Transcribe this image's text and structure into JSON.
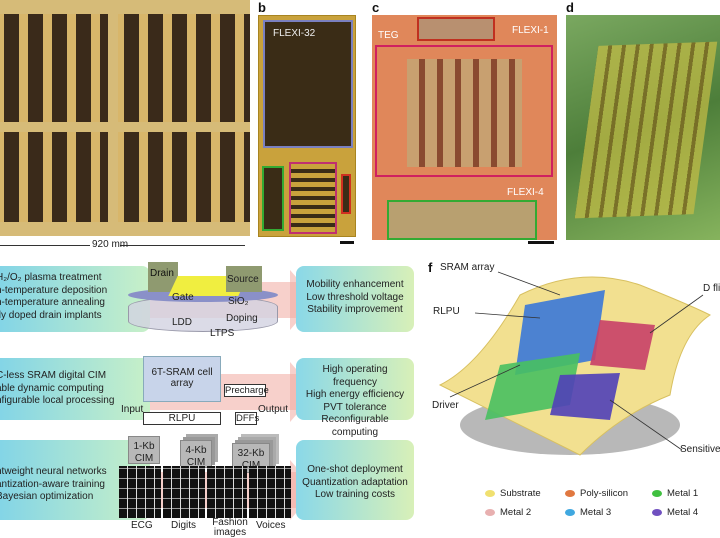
{
  "panels": {
    "b": "b",
    "c": "c",
    "d": "d",
    "f": "f"
  },
  "a": {
    "scale": "920 mm"
  },
  "b": {
    "chip_label": "FLEXI-32"
  },
  "c": {
    "teg": "TEG",
    "flexi1": "FLEXI-1",
    "flexi4": "FLEXI-4"
  },
  "row1": {
    "left": [
      "H₂/O₂ plasma treatment",
      "h-temperature deposition",
      "h-temperature annealing",
      "tly doped drain implants"
    ],
    "diagram": {
      "drain": "Drain",
      "gate": "Gate",
      "source": "Source",
      "sio2": "SiO₂",
      "ldd": "LDD",
      "doping": "Doping",
      "ltps": "LTPS"
    },
    "right": [
      "Mobility enhancement",
      "Low threshold voltage",
      "Stability improvement"
    ]
  },
  "row2": {
    "left": [
      "C-less SRAM digital CIM",
      "able dynamic computing",
      "nfigurable local processing"
    ],
    "diagram": {
      "array": "6T-SRAM cell array",
      "precharge": "Precharge",
      "input": "Input",
      "rlpu": "RLPU",
      "dffs": "DFFs",
      "output": "Output"
    },
    "right": [
      "High operating frequency",
      "High energy efficiency",
      "PVT tolerance",
      "Reconfigurable computing"
    ]
  },
  "row3": {
    "left": [
      "htweight neural networks",
      "antization-aware training",
      "Bayesian optimization"
    ],
    "cims": [
      "1-Kb CIM",
      "4-Kb CIM",
      "32-Kb CIM"
    ],
    "datasets": [
      "ECG",
      "Digits",
      "Fashion images",
      "Voices"
    ],
    "right": [
      "One-shot deployment",
      "Quantization adaptation",
      "Low training costs"
    ]
  },
  "f": {
    "labels": {
      "sram": "SRAM array",
      "rlpu": "RLPU",
      "driver": "Driver",
      "dff": "D fli",
      "sensitive": "Sensitive"
    },
    "legend": [
      {
        "label": "Substrate",
        "color": "#f0e070"
      },
      {
        "label": "Poly-silicon",
        "color": "#e07840"
      },
      {
        "label": "Metal 1",
        "color": "#40c040"
      },
      {
        "label": "Metal 2",
        "color": "#e8b0b0"
      },
      {
        "label": "Metal 3",
        "color": "#40a8e0"
      },
      {
        "label": "Metal 4",
        "color": "#7050c0"
      }
    ]
  }
}
